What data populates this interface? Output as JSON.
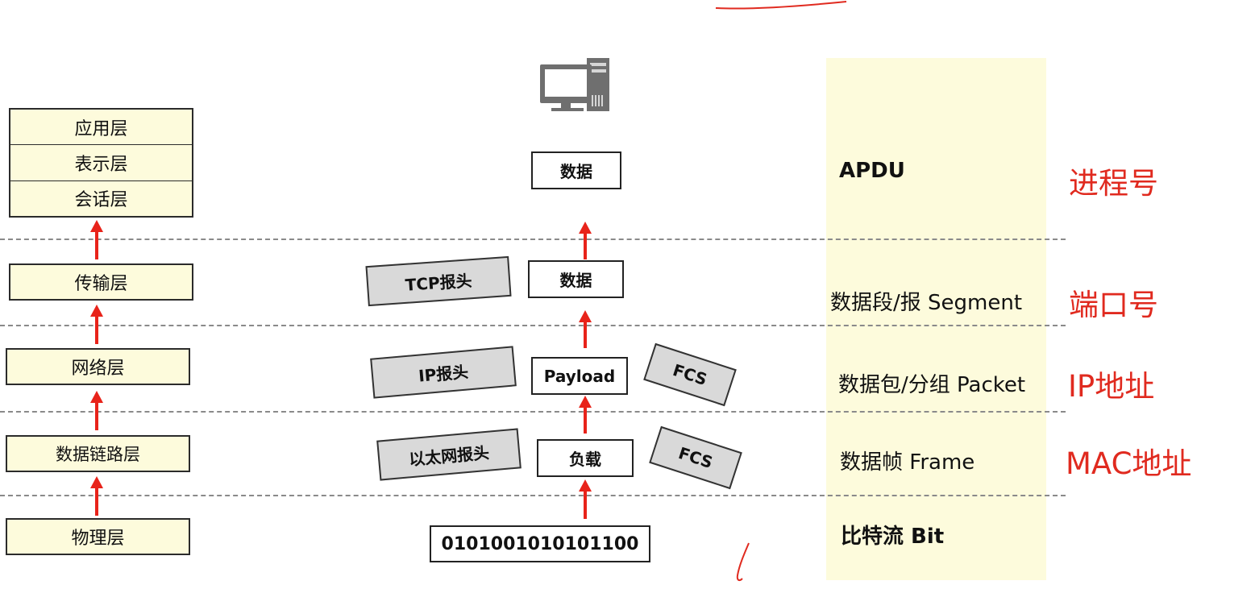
{
  "osi_layers": {
    "application": "应用层",
    "presentation": "表示层",
    "session": "会话层",
    "transport": "传输层",
    "network": "网络层",
    "datalink": "数据链路层",
    "physical": "物理层"
  },
  "encapsulation": {
    "app_data": "数据",
    "transport_data": "数据",
    "tcp_header": "TCP报头",
    "ip_header": "IP报头",
    "payload": "Payload",
    "fcs_network": "FCS",
    "ethernet_header": "以太网报头",
    "frame_payload": "负载",
    "fcs_frame": "FCS",
    "bits": "0101001010101100"
  },
  "pdu_names": {
    "application": "APDU",
    "transport": "数据段/报 Segment",
    "network": "数据包/分组 Packet",
    "datalink": "数据帧 Frame",
    "physical": "比特流 Bit"
  },
  "addressing": {
    "application": "进程号",
    "transport": "端口号",
    "network": "IP地址",
    "datalink": "MAC地址"
  },
  "colors": {
    "layer_fill": "#fdfbdc",
    "pdu_column": "#fdfbdc",
    "arrow": "#e8231a",
    "addressing_text": "#e02a1f",
    "header_gray": "#d9d9d9"
  },
  "icons": {
    "host": "computer-icon"
  }
}
